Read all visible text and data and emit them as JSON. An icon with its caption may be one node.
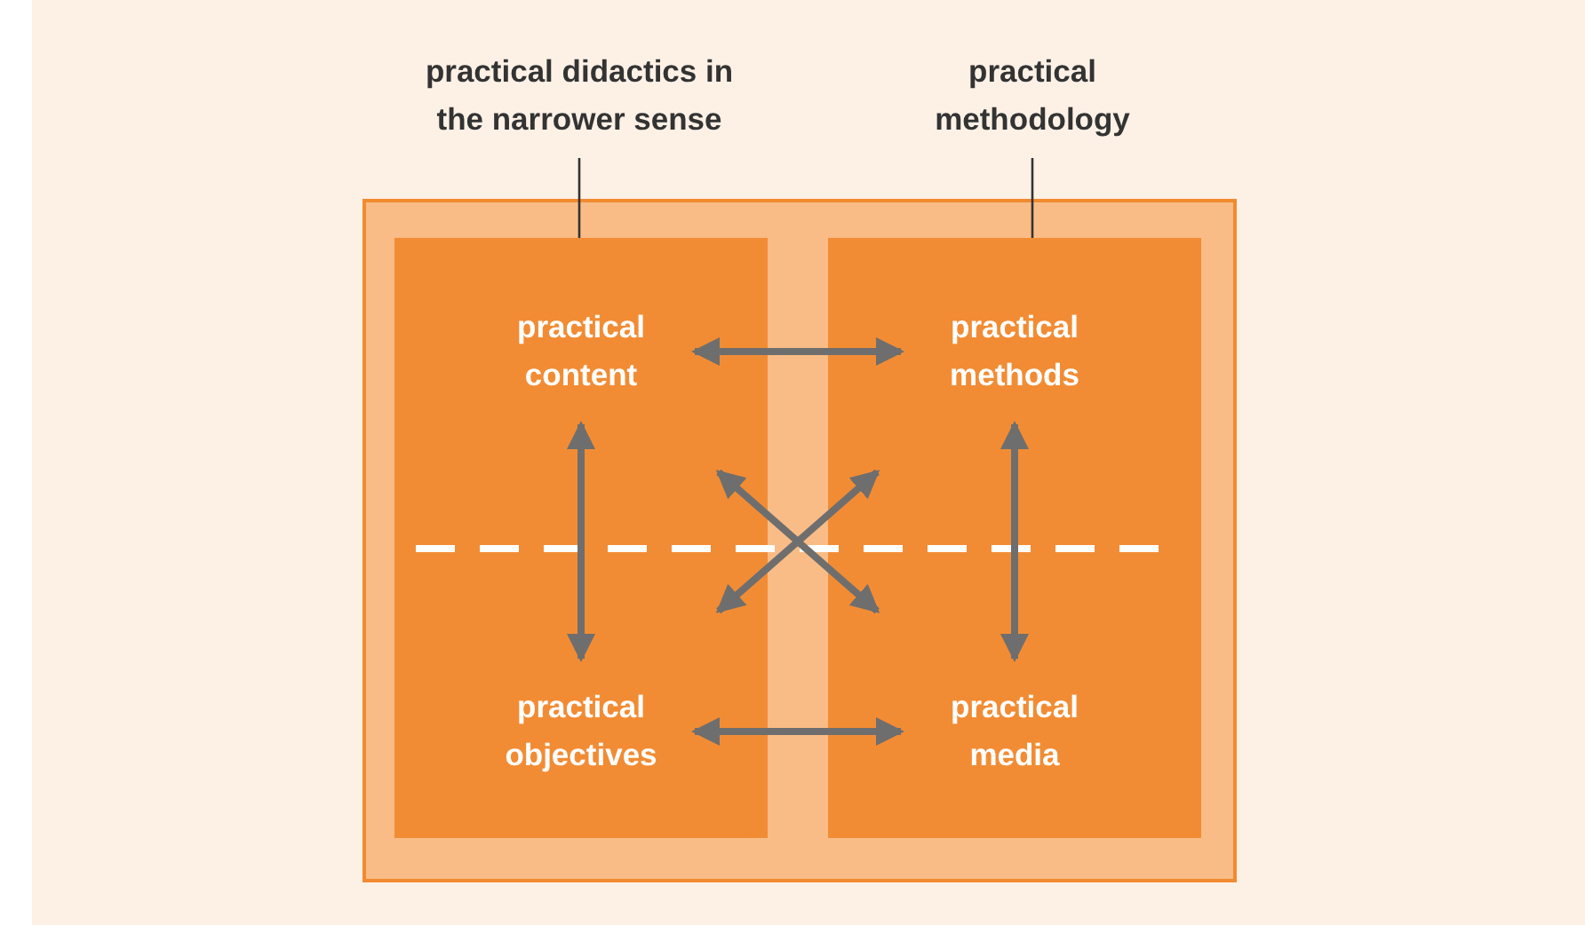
{
  "diagram": {
    "nodes": [
      {
        "text": [
          "practical didactics in the narrower sense"
        ]
      },
      {
        "text": [
          "practical methodology"
        ]
      },
      {
        "text": [],
        "shape": "box"
      },
      {
        "text": [],
        "shape": "box",
        "in": 2
      },
      {
        "text": [],
        "shape": "box",
        "in": 2
      },
      {
        "text": [
          "practical content"
        ],
        "in": 3
      },
      {
        "text": [
          "practical methods"
        ],
        "in": 4
      },
      {
        "text": [
          "practical objectives"
        ],
        "in": 3
      },
      {
        "text": [
          "practical media"
        ],
        "in": 4
      }
    ],
    "edges": [
      {
        "from": 0,
        "to": 3,
        "arrow": "none"
      },
      {
        "from": 1,
        "to": 4,
        "arrow": "none"
      },
      {
        "from": 5,
        "to": 6,
        "arrow": "both"
      },
      {
        "from": 5,
        "to": 7,
        "arrow": "both"
      },
      {
        "from": 6,
        "to": 8,
        "arrow": "both"
      },
      {
        "from": 7,
        "to": 6,
        "arrow": "both"
      },
      {
        "from": 5,
        "to": 8,
        "arrow": "both"
      },
      {
        "from": 7,
        "to": 8,
        "arrow": "both"
      }
    ]
  }
}
